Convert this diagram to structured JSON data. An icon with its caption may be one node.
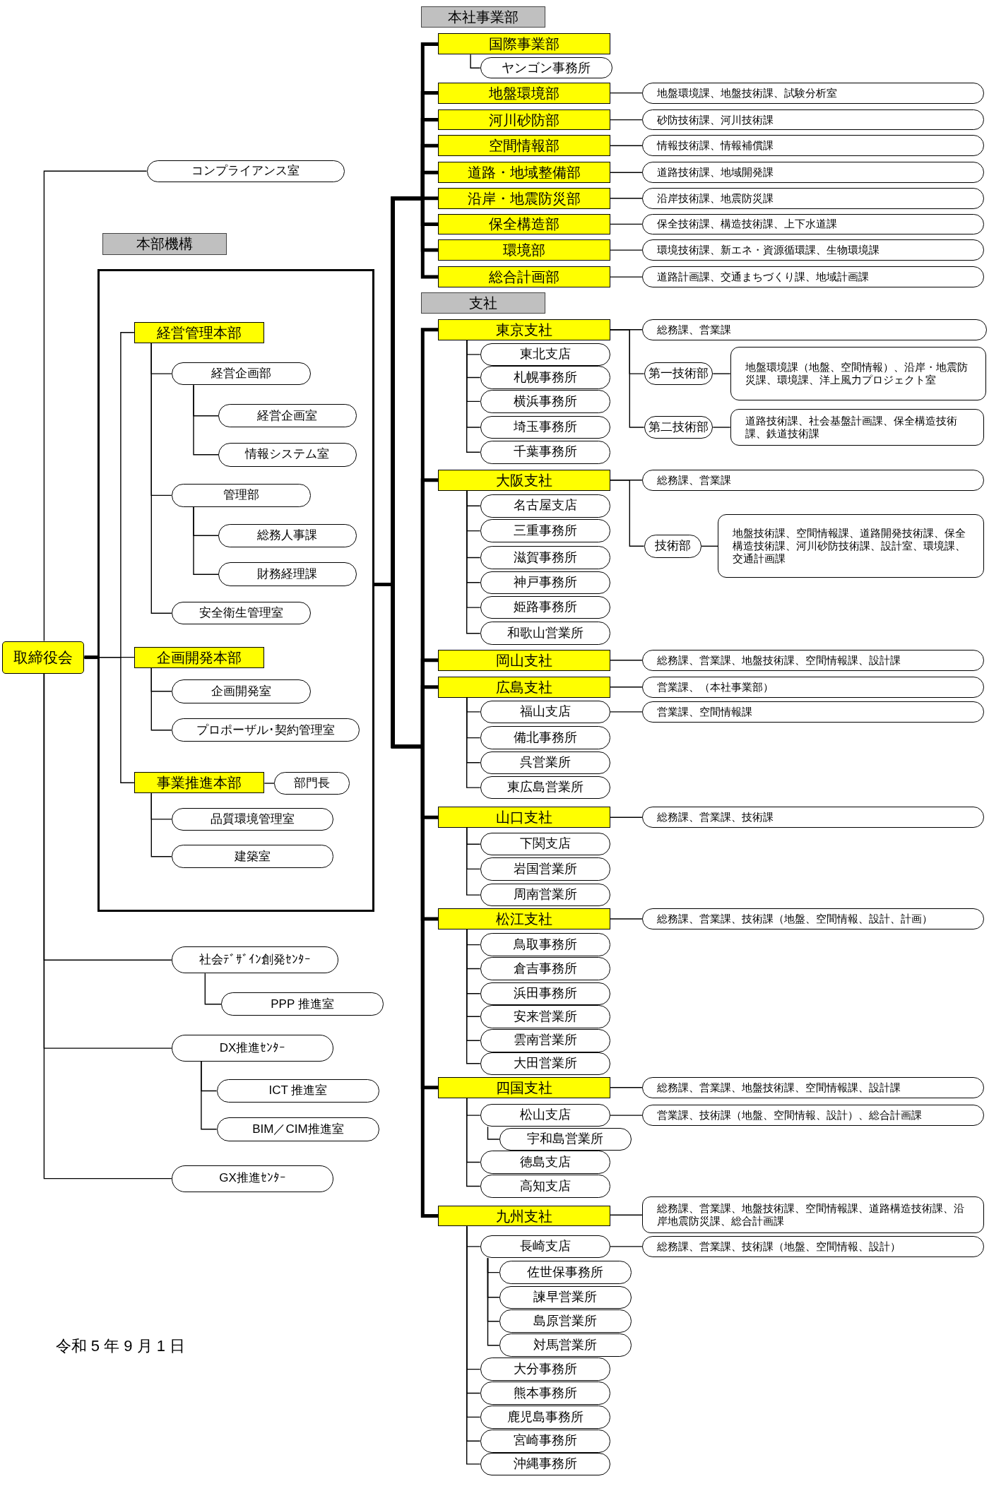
{
  "diagram": {
    "nodes": [
      {
        "text": [
          "取締役会"
        ]
      },
      {
        "text": [
          "コンプライアンス室"
        ]
      },
      {
        "text": [
          "本部機構"
        ]
      },
      {
        "text": [],
        "shape": "box"
      },
      {
        "text": [
          "経営管理本部"
        ],
        "in": 3
      },
      {
        "text": [
          "経営企画部"
        ],
        "in": 3
      },
      {
        "text": [
          "経営企画室"
        ],
        "in": 3
      },
      {
        "text": [
          "情報システム室"
        ],
        "in": 3
      },
      {
        "text": [
          "管理部"
        ],
        "in": 3
      },
      {
        "text": [
          "総務人事課"
        ],
        "in": 3
      },
      {
        "text": [
          "財務経理課"
        ],
        "in": 3
      },
      {
        "text": [
          "安全衛生管理室"
        ],
        "in": 3
      },
      {
        "text": [
          "企画開発本部"
        ],
        "in": 3
      },
      {
        "text": [
          "企画開発室"
        ],
        "in": 3
      },
      {
        "text": [
          "プロポーザル･契約管理室"
        ],
        "in": 3
      },
      {
        "text": [
          "事業推進本部"
        ],
        "in": 3
      },
      {
        "text": [
          "部門長"
        ],
        "in": 3
      },
      {
        "text": [
          "品質環境管理室"
        ],
        "in": 3
      },
      {
        "text": [
          "建築室"
        ],
        "in": 3
      },
      {
        "text": [
          "社会ﾃﾞｻﾞｲﾝ創発ｾﾝﾀｰ"
        ]
      },
      {
        "text": [
          "PPP 推進室"
        ]
      },
      {
        "text": [
          "DX推進ｾﾝﾀｰ"
        ]
      },
      {
        "text": [
          "ICT 推進室"
        ]
      },
      {
        "text": [
          "BIM／CIM推進室"
        ]
      },
      {
        "text": [
          "GX推進ｾﾝﾀｰ"
        ]
      },
      {
        "text": [
          "本社事業部"
        ]
      },
      {
        "text": [
          "国際事業部"
        ]
      },
      {
        "text": [
          "ヤンゴン事務所"
        ]
      },
      {
        "text": [
          "地盤環境部"
        ]
      },
      {
        "text": [
          "地盤環境課、地盤技術課、試験分析室"
        ]
      },
      {
        "text": [
          "河川砂防部"
        ]
      },
      {
        "text": [
          "砂防技術課、河川技術課"
        ]
      },
      {
        "text": [
          "空間情報部"
        ]
      },
      {
        "text": [
          "情報技術課、情報補償課"
        ]
      },
      {
        "text": [
          "道路・地域整備部"
        ]
      },
      {
        "text": [
          "道路技術課、地域開発課"
        ]
      },
      {
        "text": [
          "沿岸・地震防災部"
        ]
      },
      {
        "text": [
          "沿岸技術課、地震防災課"
        ]
      },
      {
        "text": [
          "保全構造部"
        ]
      },
      {
        "text": [
          "保全技術課、構造技術課、上下水道課"
        ]
      },
      {
        "text": [
          "環境部"
        ]
      },
      {
        "text": [
          "環境技術課、新エネ・資源循環課、生物環境課"
        ]
      },
      {
        "text": [
          "総合計画部"
        ]
      },
      {
        "text": [
          "道路計画課、交通まちづくり課、地域計画課"
        ]
      },
      {
        "text": [
          "支社"
        ]
      },
      {
        "text": [
          "東京支社"
        ]
      },
      {
        "text": [
          "総務課、営業課"
        ]
      },
      {
        "text": [
          "第一技術部"
        ]
      },
      {
        "text": [
          "地盤環境課（地盤、空間情報）、沿岸・地震防災課、環境課、洋上風力プロジェクト室"
        ]
      },
      {
        "text": [
          "第二技術部"
        ]
      },
      {
        "text": [
          "道路技術課、社会基盤計画課、保全構造技術課、鉄道技術課"
        ]
      },
      {
        "text": [
          "東北支店"
        ]
      },
      {
        "text": [
          "札幌事務所"
        ]
      },
      {
        "text": [
          "横浜事務所"
        ]
      },
      {
        "text": [
          "埼玉事務所"
        ]
      },
      {
        "text": [
          "千葉事務所"
        ]
      },
      {
        "text": [
          "大阪支社"
        ]
      },
      {
        "text": [
          "総務課、営業課"
        ]
      },
      {
        "text": [
          "技術部"
        ]
      },
      {
        "text": [
          "地盤技術課、空間情報課、道路開発技術課、保全構造技術課、河川砂防技術課、設計室、環境課、交通計画課"
        ]
      },
      {
        "text": [
          "名古屋支店"
        ]
      },
      {
        "text": [
          "三重事務所"
        ]
      },
      {
        "text": [
          "滋賀事務所"
        ]
      },
      {
        "text": [
          "神戸事務所"
        ]
      },
      {
        "text": [
          "姫路事務所"
        ]
      },
      {
        "text": [
          "和歌山営業所"
        ]
      },
      {
        "text": [
          "岡山支社"
        ]
      },
      {
        "text": [
          "総務課、営業課、地盤技術課、空間情報課、設計課"
        ]
      },
      {
        "text": [
          "広島支社"
        ]
      },
      {
        "text": [
          "営業課、（本社事業部）"
        ]
      },
      {
        "text": [
          "福山支店"
        ]
      },
      {
        "text": [
          "営業課、空間情報課"
        ]
      },
      {
        "text": [
          "備北事務所"
        ]
      },
      {
        "text": [
          "呉営業所"
        ]
      },
      {
        "text": [
          "東広島営業所"
        ]
      },
      {
        "text": [
          "山口支社"
        ]
      },
      {
        "text": [
          "総務課、営業課、技術課"
        ]
      },
      {
        "text": [
          "下関支店"
        ]
      },
      {
        "text": [
          "岩国営業所"
        ]
      },
      {
        "text": [
          "周南営業所"
        ]
      },
      {
        "text": [
          "松江支社"
        ]
      },
      {
        "text": [
          "総務課、営業課、技術課（地盤、空間情報、設計、計画）"
        ]
      },
      {
        "text": [
          "鳥取事務所"
        ]
      },
      {
        "text": [
          "倉吉事務所"
        ]
      },
      {
        "text": [
          "浜田事務所"
        ]
      },
      {
        "text": [
          "安来営業所"
        ]
      },
      {
        "text": [
          "雲南営業所"
        ]
      },
      {
        "text": [
          "大田営業所"
        ]
      },
      {
        "text": [
          "四国支社"
        ]
      },
      {
        "text": [
          "総務課、営業課、地盤技術課、空間情報課、設計課"
        ]
      },
      {
        "text": [
          "松山支店"
        ]
      },
      {
        "text": [
          "営業課、技術課（地盤、空間情報、設計）、総合計画課"
        ]
      },
      {
        "text": [
          "宇和島営業所"
        ]
      },
      {
        "text": [
          "徳島支店"
        ]
      },
      {
        "text": [
          "高知支店"
        ]
      },
      {
        "text": [
          "九州支社"
        ]
      },
      {
        "text": [
          "総務課、営業課、地盤技術課、空間情報課、道路構造技術課、沿岸地震防災課、総合計画課"
        ]
      },
      {
        "text": [
          "長崎支店"
        ]
      },
      {
        "text": [
          "総務課、営業課、技術課（地盤、空間情報、設計）"
        ]
      },
      {
        "text": [
          "佐世保事務所"
        ]
      },
      {
        "text": [
          "諫早営業所"
        ]
      },
      {
        "text": [
          "島原営業所"
        ]
      },
      {
        "text": [
          "対馬営業所"
        ]
      },
      {
        "text": [
          "大分事務所"
        ]
      },
      {
        "text": [
          "熊本事務所"
        ]
      },
      {
        "text": [
          "鹿児島事務所"
        ]
      },
      {
        "text": [
          "宮崎事務所"
        ]
      },
      {
        "text": [
          "沖縄事務所"
        ]
      }
    ],
    "edges": [
      {
        "from": 0,
        "to": 1,
        "arrow": "none"
      },
      {
        "from": 0,
        "to": 3,
        "arrow": "none",
        "style": "thick"
      },
      {
        "from": 0,
        "to": 4,
        "arrow": "none"
      },
      {
        "from": 0,
        "to": 12,
        "arrow": "none"
      },
      {
        "from": 0,
        "to": 15,
        "arrow": "none"
      },
      {
        "from": 0,
        "to": 19,
        "arrow": "none"
      },
      {
        "from": 0,
        "to": 21,
        "arrow": "none"
      },
      {
        "from": 0,
        "to": 24,
        "arrow": "none"
      },
      {
        "from": 4,
        "to": 5,
        "arrow": "none"
      },
      {
        "from": 4,
        "to": 8,
        "arrow": "none"
      },
      {
        "from": 4,
        "to": 11,
        "arrow": "none"
      },
      {
        "from": 5,
        "to": 6,
        "arrow": "none"
      },
      {
        "from": 5,
        "to": 7,
        "arrow": "none"
      },
      {
        "from": 8,
        "to": 9,
        "arrow": "none"
      },
      {
        "from": 8,
        "to": 10,
        "arrow": "none"
      },
      {
        "from": 12,
        "to": 13,
        "arrow": "none"
      },
      {
        "from": 12,
        "to": 14,
        "arrow": "none"
      },
      {
        "from": 15,
        "to": 16,
        "arrow": "none"
      },
      {
        "from": 15,
        "to": 17,
        "arrow": "none"
      },
      {
        "from": 15,
        "to": 18,
        "arrow": "none"
      },
      {
        "from": 19,
        "to": 20,
        "arrow": "none"
      },
      {
        "from": 21,
        "to": 22,
        "arrow": "none"
      },
      {
        "from": 21,
        "to": 23,
        "arrow": "none"
      },
      {
        "from": 3,
        "to": 26,
        "arrow": "none",
        "style": "thick"
      },
      {
        "from": 3,
        "to": 28,
        "arrow": "none",
        "style": "thick"
      },
      {
        "from": 3,
        "to": 30,
        "arrow": "none",
        "style": "thick"
      },
      {
        "from": 3,
        "to": 32,
        "arrow": "none",
        "style": "thick"
      },
      {
        "from": 3,
        "to": 34,
        "arrow": "none",
        "style": "thick"
      },
      {
        "from": 3,
        "to": 36,
        "arrow": "none",
        "style": "thick"
      },
      {
        "from": 3,
        "to": 38,
        "arrow": "none",
        "style": "thick"
      },
      {
        "from": 3,
        "to": 40,
        "arrow": "none",
        "style": "thick"
      },
      {
        "from": 3,
        "to": 42,
        "arrow": "none",
        "style": "thick"
      },
      {
        "from": 3,
        "to": 45,
        "arrow": "none",
        "style": "thick"
      },
      {
        "from": 3,
        "to": 56,
        "arrow": "none",
        "style": "thick"
      },
      {
        "from": 3,
        "to": 66,
        "arrow": "none",
        "style": "thick"
      },
      {
        "from": 3,
        "to": 68,
        "arrow": "none",
        "style": "thick"
      },
      {
        "from": 3,
        "to": 75,
        "arrow": "none",
        "style": "thick"
      },
      {
        "from": 3,
        "to": 80,
        "arrow": "none",
        "style": "thick"
      },
      {
        "from": 3,
        "to": 88,
        "arrow": "none",
        "style": "thick"
      },
      {
        "from": 3,
        "to": 95,
        "arrow": "none",
        "style": "thick"
      },
      {
        "from": 26,
        "to": 27,
        "arrow": "none"
      },
      {
        "from": 28,
        "to": 29,
        "arrow": "none"
      },
      {
        "from": 30,
        "to": 31,
        "arrow": "none"
      },
      {
        "from": 32,
        "to": 33,
        "arrow": "none"
      },
      {
        "from": 34,
        "to": 35,
        "arrow": "none"
      },
      {
        "from": 36,
        "to": 37,
        "arrow": "none"
      },
      {
        "from": 38,
        "to": 39,
        "arrow": "none"
      },
      {
        "from": 40,
        "to": 41,
        "arrow": "none"
      },
      {
        "from": 42,
        "to": 43,
        "arrow": "none"
      },
      {
        "from": 45,
        "to": 46,
        "arrow": "none"
      },
      {
        "from": 45,
        "to": 47,
        "arrow": "none"
      },
      {
        "from": 47,
        "to": 48,
        "arrow": "none"
      },
      {
        "from": 45,
        "to": 49,
        "arrow": "none"
      },
      {
        "from": 49,
        "to": 50,
        "arrow": "none"
      },
      {
        "from": 45,
        "to": 51,
        "arrow": "none"
      },
      {
        "from": 45,
        "to": 52,
        "arrow": "none"
      },
      {
        "from": 45,
        "to": 53,
        "arrow": "none"
      },
      {
        "from": 45,
        "to": 54,
        "arrow": "none"
      },
      {
        "from": 45,
        "to": 55,
        "arrow": "none"
      },
      {
        "from": 56,
        "to": 57,
        "arrow": "none"
      },
      {
        "from": 56,
        "to": 58,
        "arrow": "none"
      },
      {
        "from": 58,
        "to": 59,
        "arrow": "none"
      },
      {
        "from": 56,
        "to": 60,
        "arrow": "none"
      },
      {
        "from": 56,
        "to": 61,
        "arrow": "none"
      },
      {
        "from": 56,
        "to": 62,
        "arrow": "none"
      },
      {
        "from": 56,
        "to": 63,
        "arrow": "none"
      },
      {
        "from": 56,
        "to": 64,
        "arrow": "none"
      },
      {
        "from": 56,
        "to": 65,
        "arrow": "none"
      },
      {
        "from": 66,
        "to": 67,
        "arrow": "none"
      },
      {
        "from": 68,
        "to": 69,
        "arrow": "none"
      },
      {
        "from": 68,
        "to": 70,
        "arrow": "none"
      },
      {
        "from": 70,
        "to": 71,
        "arrow": "none"
      },
      {
        "from": 68,
        "to": 72,
        "arrow": "none"
      },
      {
        "from": 68,
        "to": 73,
        "arrow": "none"
      },
      {
        "from": 68,
        "to": 74,
        "arrow": "none"
      },
      {
        "from": 75,
        "to": 76,
        "arrow": "none"
      },
      {
        "from": 75,
        "to": 77,
        "arrow": "none"
      },
      {
        "from": 75,
        "to": 78,
        "arrow": "none"
      },
      {
        "from": 75,
        "to": 79,
        "arrow": "none"
      },
      {
        "from": 80,
        "to": 81,
        "arrow": "none"
      },
      {
        "from": 80,
        "to": 82,
        "arrow": "none"
      },
      {
        "from": 80,
        "to": 83,
        "arrow": "none"
      },
      {
        "from": 80,
        "to": 84,
        "arrow": "none"
      },
      {
        "from": 80,
        "to": 85,
        "arrow": "none"
      },
      {
        "from": 80,
        "to": 86,
        "arrow": "none"
      },
      {
        "from": 80,
        "to": 87,
        "arrow": "none"
      },
      {
        "from": 88,
        "to": 89,
        "arrow": "none"
      },
      {
        "from": 88,
        "to": 90,
        "arrow": "none"
      },
      {
        "from": 90,
        "to": 91,
        "arrow": "none"
      },
      {
        "from": 90,
        "to": 92,
        "arrow": "none"
      },
      {
        "from": 88,
        "to": 93,
        "arrow": "none"
      },
      {
        "from": 88,
        "to": 94,
        "arrow": "none"
      },
      {
        "from": 95,
        "to": 96,
        "arrow": "none"
      },
      {
        "from": 95,
        "to": 97,
        "arrow": "none"
      },
      {
        "from": 97,
        "to": 98,
        "arrow": "none"
      },
      {
        "from": 97,
        "to": 99,
        "arrow": "none"
      },
      {
        "from": 97,
        "to": 100,
        "arrow": "none"
      },
      {
        "from": 97,
        "to": 101,
        "arrow": "none"
      },
      {
        "from": 97,
        "to": 102,
        "arrow": "none"
      },
      {
        "from": 95,
        "to": 103,
        "arrow": "none"
      },
      {
        "from": 95,
        "to": 104,
        "arrow": "none"
      },
      {
        "from": 95,
        "to": 105,
        "arrow": "none"
      },
      {
        "from": 95,
        "to": 106,
        "arrow": "none"
      },
      {
        "from": 95,
        "to": 107,
        "arrow": "none"
      }
    ],
    "labels": [
      "令和 5 年 9 月 1 日"
    ]
  }
}
